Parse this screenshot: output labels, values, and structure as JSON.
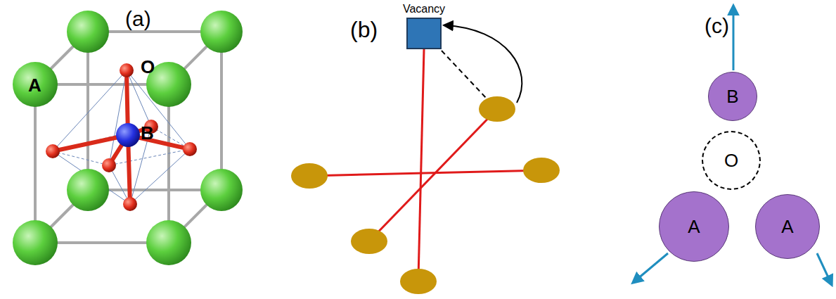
{
  "diagram": {
    "nodes": [
      {
        "text": [
          "Vacancy"
        ]
      },
      {
        "text": [
          "B"
        ]
      },
      {
        "text": [
          "O"
        ]
      },
      {
        "text": [
          "A"
        ]
      },
      {
        "text": [
          "A"
        ]
      }
    ],
    "labels": [
      "(a)",
      "A",
      "O",
      "B",
      "(b)",
      "(c)"
    ]
  }
}
